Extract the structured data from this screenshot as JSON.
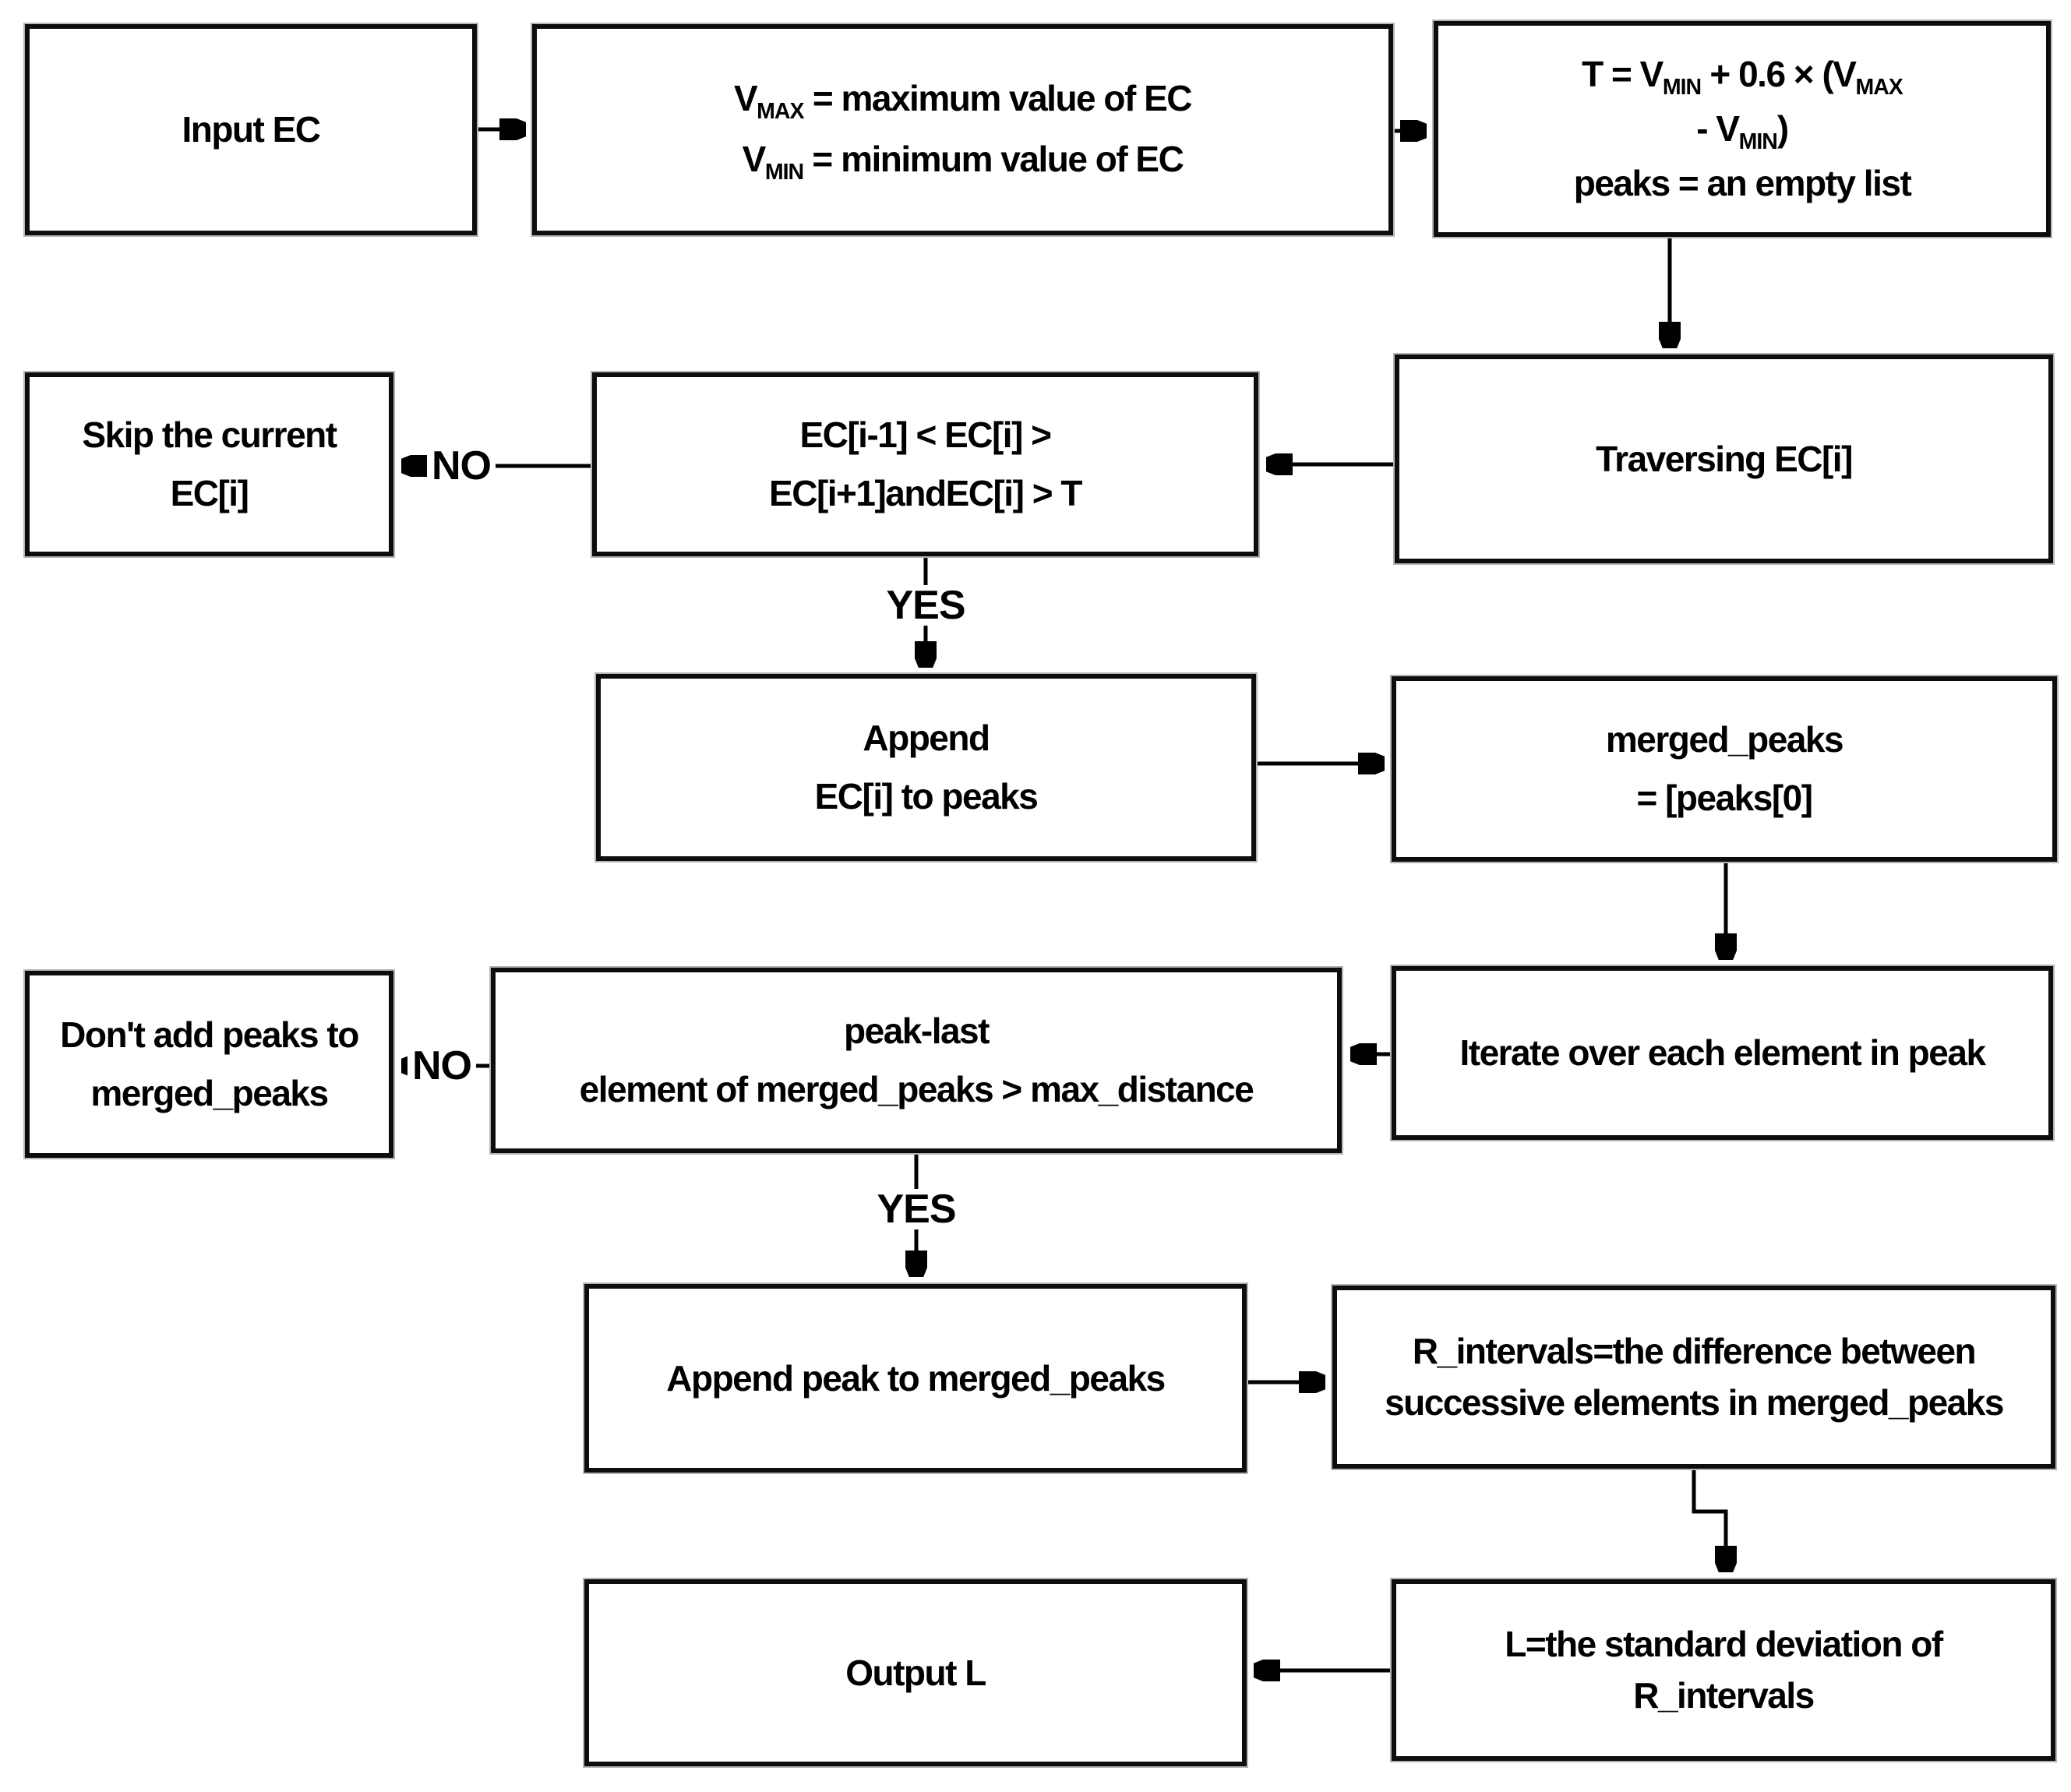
{
  "diagram": {
    "type": "flowchart",
    "background": "#ffffff",
    "box_fill": "#ffffff",
    "box_border_color": "#0d0d0d",
    "text_color": "#000000",
    "connector_color": "#000000"
  },
  "nodes": {
    "input": {
      "l1": "Input EC"
    },
    "vminmax": {
      "l1a": "V",
      "l1s": "MAX",
      "l1b": " = maximum value of EC",
      "l2a": "V",
      "l2s": "MIN",
      "l2b": " = minimum value of EC"
    },
    "threshold": {
      "l1a": "T = V",
      "l1s1": "MIN",
      "l1b": " + 0.6 × (V",
      "l1s2": "MAX",
      "l2a": "- V",
      "l2s": "MIN",
      "l2b": ")",
      "l3": "peaks = an empty list"
    },
    "traversing": {
      "l1": "Traversing EC[i]"
    },
    "decision1": {
      "l1": "EC[i-1] < EC[i] >",
      "l2": "EC[i+1]andEC[i] > T"
    },
    "skip": {
      "l1": "Skip the current",
      "l2": "EC[i]"
    },
    "append_peak": {
      "l1": "Append",
      "l2": "EC[i] to peaks"
    },
    "merged_init": {
      "l1": "merged_peaks",
      "l2": "= [peaks[0]"
    },
    "iterate": {
      "l1": "Iterate over each element in peak"
    },
    "decision2": {
      "l1": "peak-last",
      "l2": "element of merged_peaks > max_distance"
    },
    "dont_add": {
      "l1": "Don't add peaks to",
      "l2": "merged_peaks"
    },
    "append_merged": {
      "l1": "Append peak to merged_peaks"
    },
    "r_intervals": {
      "l1": "R_intervals=the difference between",
      "l2": "successive elements in merged_peaks"
    },
    "l_std": {
      "l1": "L=the standard deviation of",
      "l2": "R_intervals"
    },
    "output": {
      "l1": "Output L"
    }
  },
  "edge_labels": {
    "no1": "NO",
    "yes1": "YES",
    "no2": "NO",
    "yes2": "YES"
  }
}
